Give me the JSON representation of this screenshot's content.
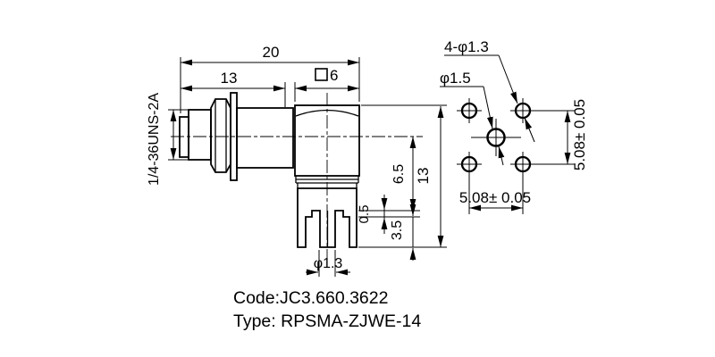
{
  "colors": {
    "ink": "#000000",
    "background": "#ffffff"
  },
  "side_view": {
    "overall_length": "20",
    "thread_length": "13",
    "body_square_side": "6",
    "thread_spec": "1/4-36UNS-2A",
    "axis_to_base": "6.5",
    "overall_height": "13",
    "step": "0.5",
    "standoff": "3.5",
    "pin_diameter": "φ1.3"
  },
  "hole_pattern": {
    "mount_holes_label": "4-φ1.3",
    "center_hole_label": "φ1.5",
    "pitch_horizontal": "5.08± 0.05",
    "pitch_vertical": "5.08± 0.05"
  },
  "footer": {
    "code": "Code:JC3.660.3622",
    "type": "Type: RPSMA-ZJWE-14"
  }
}
